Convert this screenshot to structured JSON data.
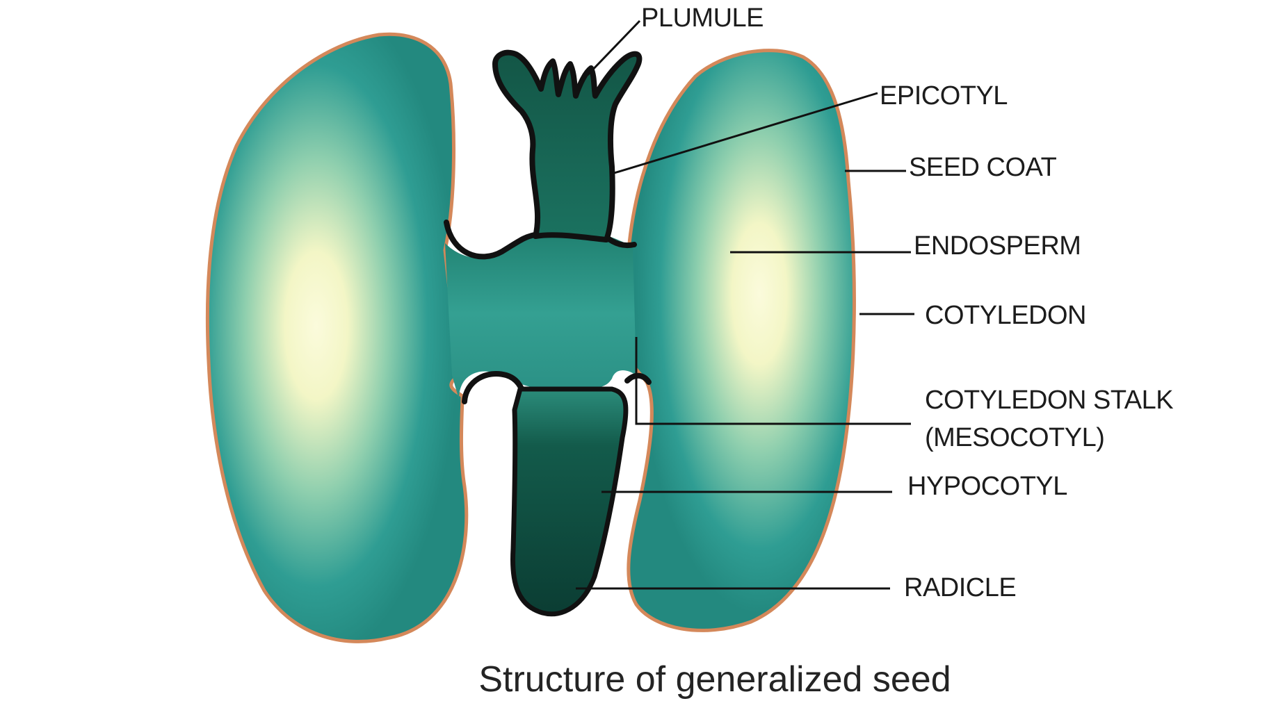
{
  "labels": {
    "plumule": "PLUMULE",
    "epicotyl": "EPICOTYL",
    "seed_coat": "SEED COAT",
    "endosperm": "ENDOSPERM",
    "cotyledon": "COTYLEDON",
    "cotyledon_stalk_line1": "COTYLEDON STALK",
    "cotyledon_stalk_line2": "(MESOCOTYL)",
    "hypocotyl": "HYPOCOTYL",
    "radicle": "RADICLE"
  },
  "caption": "Structure of generalized seed",
  "colors": {
    "cotyledon_fill": "#2e9e94",
    "cotyledon_highlight": "#f6f7cf",
    "embryo_dark": "#0e4a3e",
    "seed_coat_edge": "#d4885a",
    "outline": "#111111"
  }
}
